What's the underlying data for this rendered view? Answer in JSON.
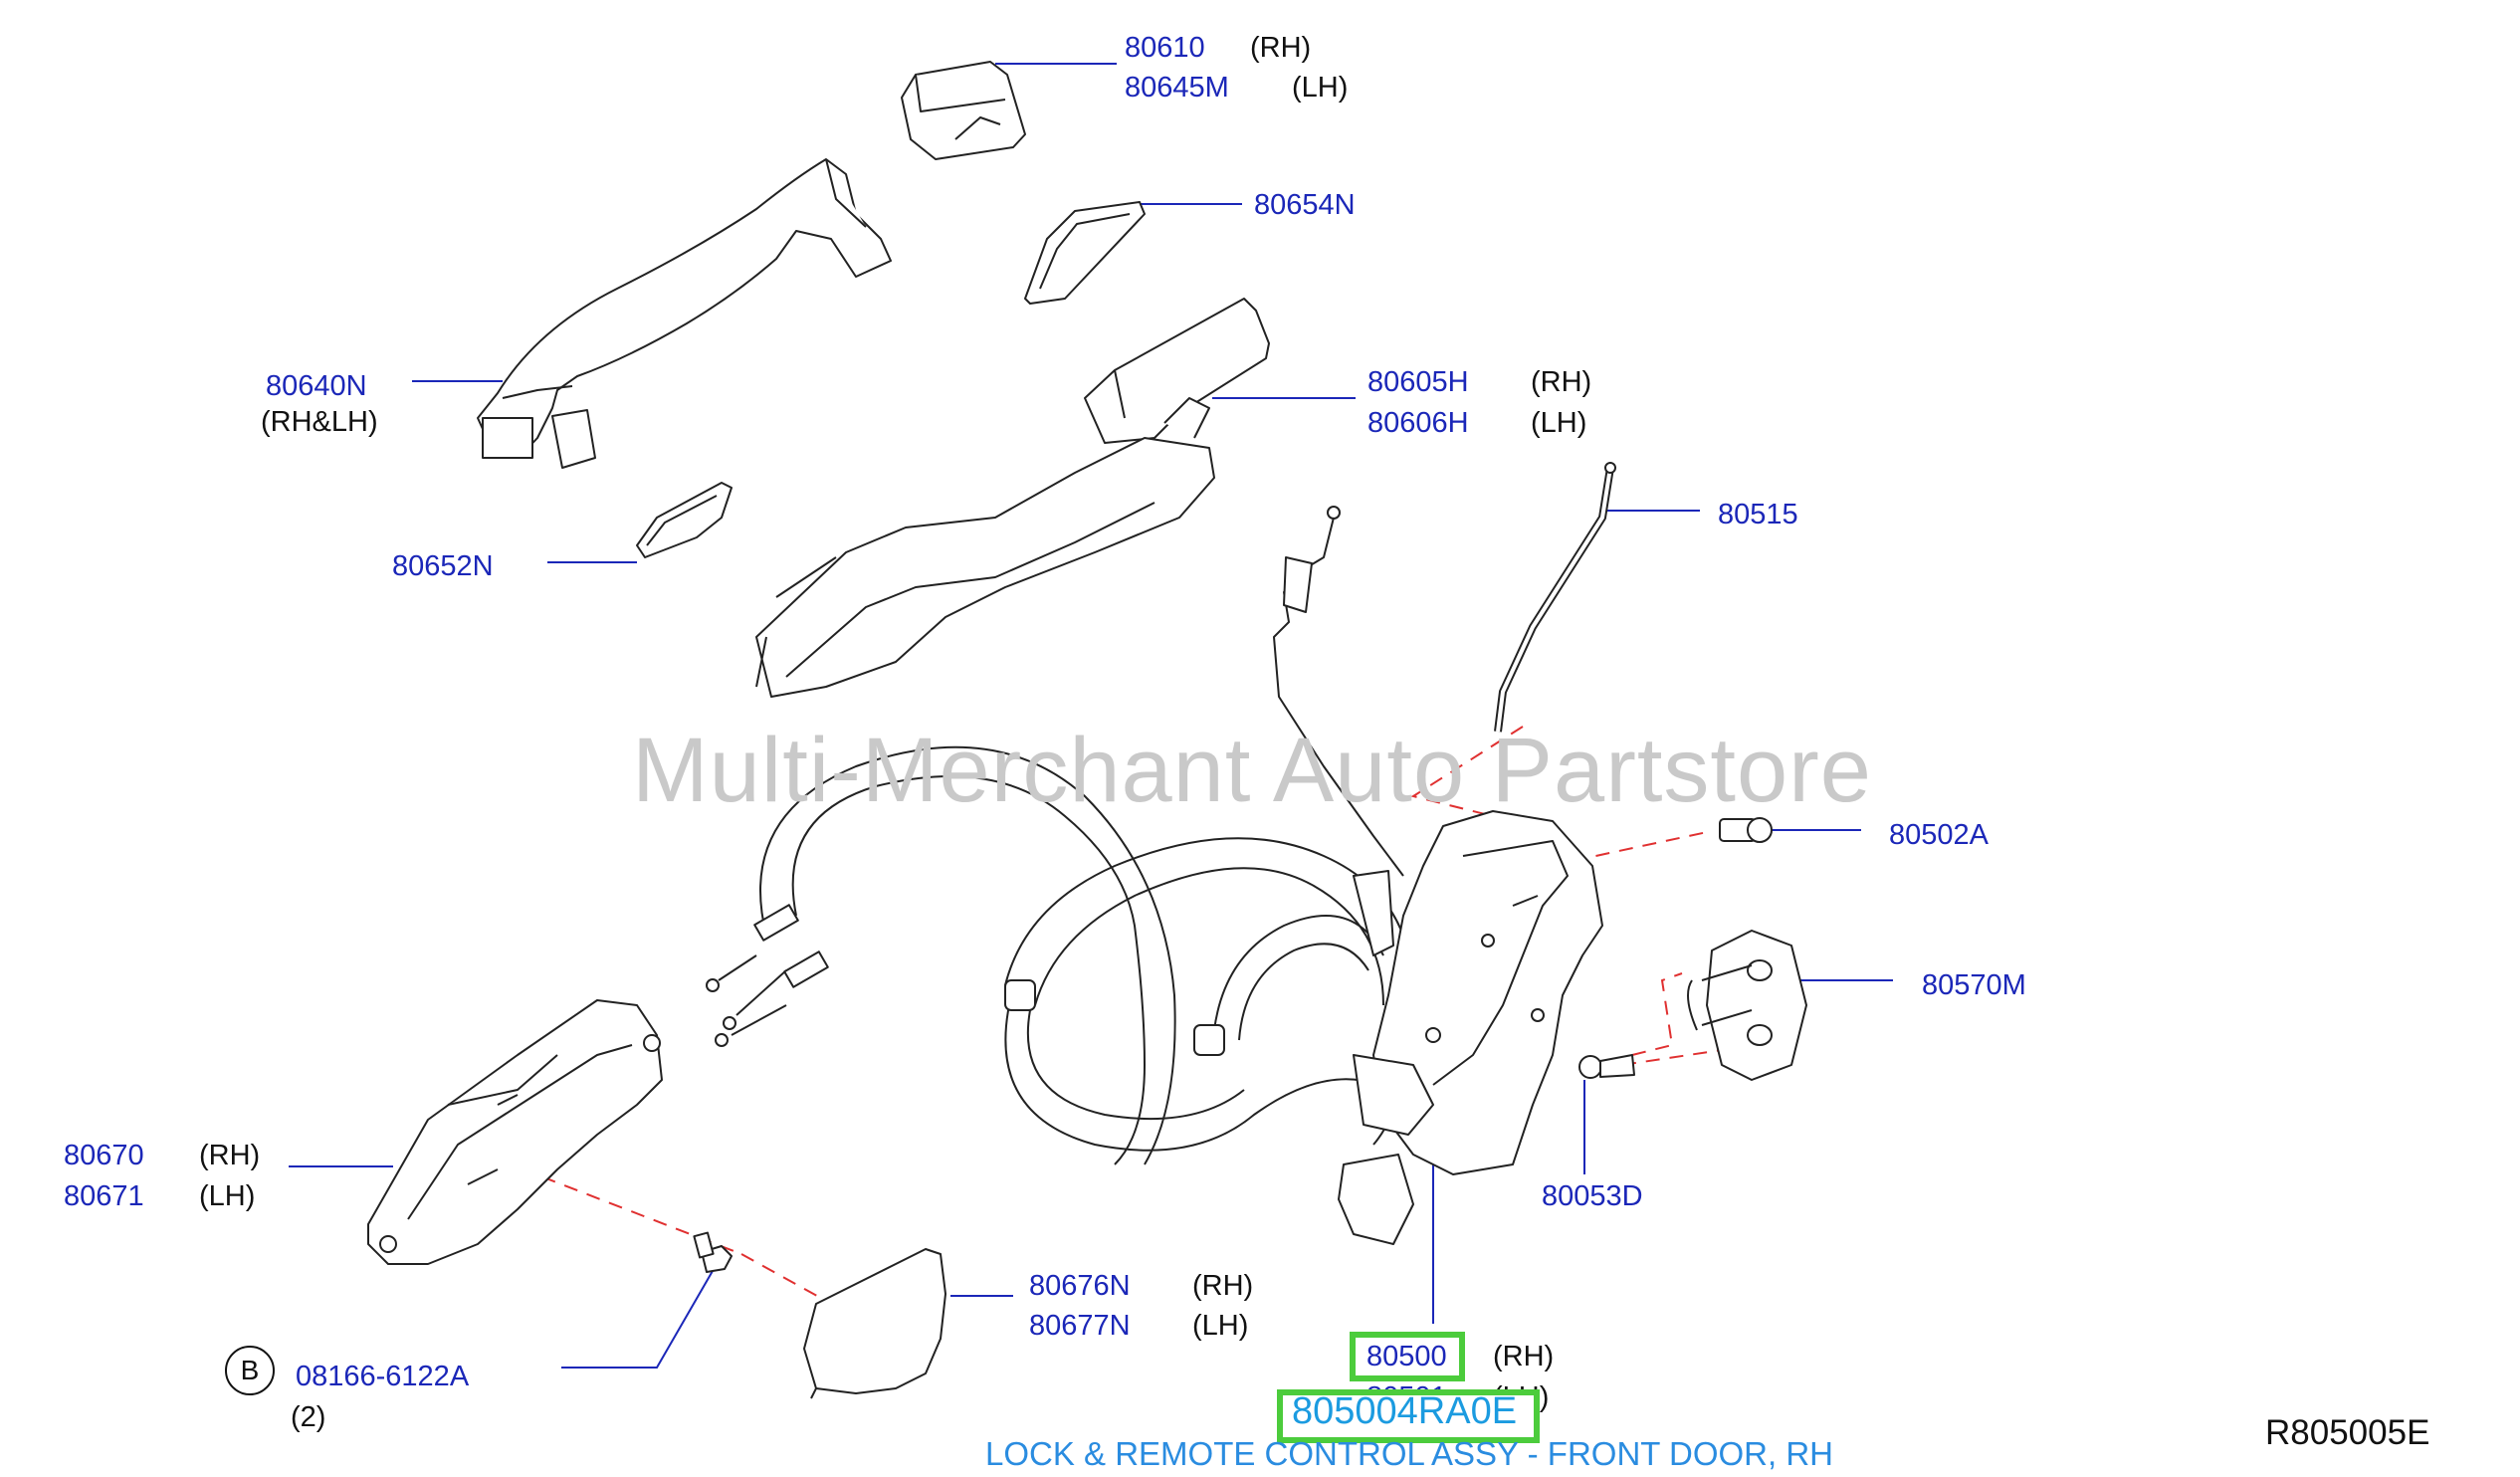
{
  "watermark": "Multi-Merchant Auto Partstore",
  "labels": {
    "p80610": "80610",
    "p80610_side": "(RH)",
    "p80645M": "80645M",
    "p80645M_side": "(LH)",
    "p80654N": "80654N",
    "p80640N": "80640N",
    "p80640N_side": "(RH&LH)",
    "p80605H": "80605H",
    "p80605H_side": "(RH)",
    "p80606H": "80606H",
    "p80606H_side": "(LH)",
    "p80515": "80515",
    "p80652N": "80652N",
    "p80502A": "80502A",
    "p80570M": "80570M",
    "p80053D": "80053D",
    "p80670": "80670",
    "p80670_side": "(RH)",
    "p80671": "80671",
    "p80671_side": "(LH)",
    "p80676N": "80676N",
    "p80676N_side": "(RH)",
    "p80677N": "80677N",
    "p80677N_side": "(LH)",
    "bolt_circle": "B",
    "p08166": "08166-6122A",
    "p08166_qty": "(2)",
    "p80500": "80500",
    "p80500_side": "(RH)",
    "p80501": "80501",
    "p80501_side": "(LH)"
  },
  "highlighted_part_number": "805004RA0E",
  "caption": "LOCK & REMOTE CONTROL ASSY - FRONT DOOR, RH",
  "diagram_ref": "R805005E",
  "colors": {
    "label": "#1b27b8",
    "highlight": "#4ccc3c",
    "caption": "#2a8ce0",
    "leader": "#1b27b8",
    "dashed": "#e03030",
    "watermark": "#c9c9c9"
  }
}
